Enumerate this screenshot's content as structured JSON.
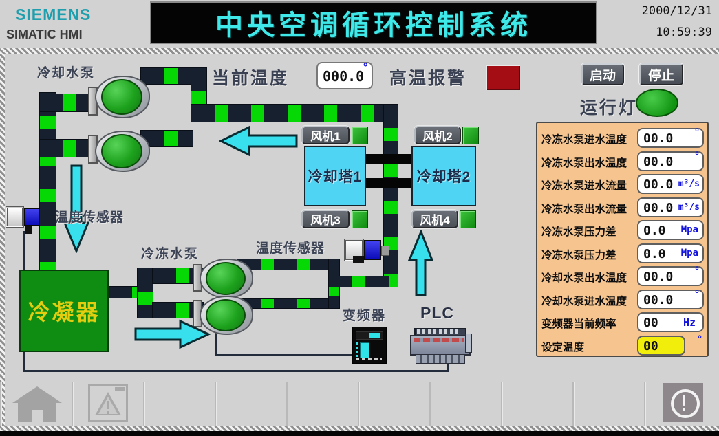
{
  "header": {
    "brand": "SIEMENS",
    "brand_sub": "SIMATIC HMI",
    "title": "中央空调循环控制系统",
    "date": "2000/12/31",
    "time": "10:59:39"
  },
  "controls": {
    "current_temp_label": "当前温度",
    "current_temp_value": "000.0",
    "current_temp_unit": "°",
    "alarm_label": "高温报警",
    "start_button": "启动",
    "stop_button": "停止",
    "run_lamp_label": "运行灯"
  },
  "diagram": {
    "cooling_pump_label": "冷却水泵",
    "chilled_pump_label": "冷冻水泵",
    "temp_sensor1_label": "温度传感器",
    "temp_sensor2_label": "温度传感器",
    "condenser_label": "冷凝器",
    "tower1_label": "冷却塔1",
    "tower2_label": "冷却塔2",
    "vfd_label": "变频器",
    "plc_label": "PLC",
    "fans": [
      {
        "label": "风机1"
      },
      {
        "label": "风机2"
      },
      {
        "label": "风机3"
      },
      {
        "label": "风机4"
      }
    ]
  },
  "panel": {
    "rows": [
      {
        "label": "冷冻水泵进水温度",
        "value": "00.0",
        "unit": "°"
      },
      {
        "label": "冷冻水泵出水温度",
        "value": "00.0",
        "unit": "°"
      },
      {
        "label": "冷冻水泵进水流量",
        "value": "00.0",
        "unit": "m³/s"
      },
      {
        "label": "冷冻水泵出水流量",
        "value": "00.0",
        "unit": "m³/s"
      },
      {
        "label": "冷冻水泵压力差",
        "value": "0.0",
        "unit": "Mpa"
      },
      {
        "label": "冷冻水泵压力差",
        "value": "0.0",
        "unit": "Mpa"
      },
      {
        "label": "冷却水泵出水温度",
        "value": "00.0",
        "unit": "°"
      },
      {
        "label": "冷却水泵进水温度",
        "value": "00.0",
        "unit": "°"
      },
      {
        "label": "变频器当前频率",
        "value": "00",
        "unit": "Hz"
      },
      {
        "label": "设定温度",
        "value": "00",
        "unit": "°"
      }
    ]
  },
  "colors": {
    "accent_cyan": "#3fe9e9",
    "pipe_dark": "#16202e",
    "pipe_flow_green": "#05d805",
    "tower_cyan": "#4fd5f3",
    "panel_orange": "#f6c48f",
    "alarm_red": "#a50d15",
    "lamp_green": "#1da21d",
    "set_field_yellow": "#f2ee0b",
    "unit_blue": "#1414dd"
  }
}
